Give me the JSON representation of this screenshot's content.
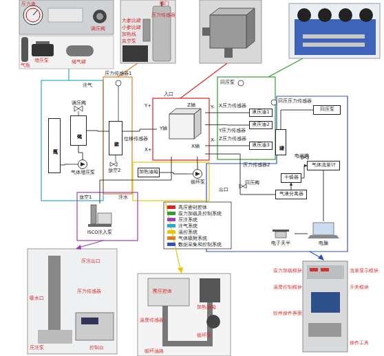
{
  "diagram": {
    "nodes": [
      {
        "text": [
          "高压气瓶"
        ]
      },
      {
        "text": [
          "储气罐"
        ]
      },
      {
        "text": [
          "气体增压泵"
        ]
      },
      {
        "text": [
          "参比罐"
        ]
      },
      {
        "text": [
          "Z轴",
          "Y轴",
          "X轴"
        ]
      },
      {
        "text": [
          "液压油1"
        ]
      },
      {
        "text": [
          "液压油2"
        ]
      },
      {
        "text": [
          "液压油3"
        ]
      },
      {
        "text": [
          "加热油箱"
        ]
      },
      {
        "text": [
          "循环泵"
        ]
      },
      {
        "text": [
          "ISCO注入泵"
        ]
      },
      {
        "text": [
          "回压泵"
        ]
      },
      {
        "text": [
          "缓冲罐"
        ]
      },
      {
        "text": [
          "气体流量计"
        ]
      },
      {
        "text": [
          "干燥器"
        ]
      },
      {
        "text": [
          "气液分离器"
        ]
      },
      {
        "text": [
          "电子天平"
        ]
      },
      {
        "text": [
          "电脑"
        ]
      }
    ],
    "edges": [
      {
        "from": 0,
        "to": 2,
        "arrow": "none"
      },
      {
        "from": 2,
        "to": 1,
        "arrow": "none"
      },
      {
        "from": 1,
        "to": 3,
        "arrow": "none"
      },
      {
        "from": 3,
        "to": 4,
        "arrow": "none"
      },
      {
        "from": 10,
        "to": 4,
        "arrow": "none"
      },
      {
        "from": 8,
        "to": 9,
        "arrow": "none"
      },
      {
        "from": 9,
        "to": 4,
        "arrow": "none"
      },
      {
        "from": 5,
        "to": 4,
        "arrow": "none"
      },
      {
        "from": 6,
        "to": 4,
        "arrow": "none"
      },
      {
        "from": 7,
        "to": 4,
        "arrow": "none"
      },
      {
        "from": 4,
        "to": 15,
        "arrow": "none"
      },
      {
        "from": 15,
        "to": 14,
        "arrow": "to"
      },
      {
        "from": 14,
        "to": 13,
        "arrow": "to"
      },
      {
        "from": 13,
        "to": 17,
        "arrow": "none"
      },
      {
        "from": 16,
        "to": 17,
        "arrow": "none"
      },
      {
        "from": 11,
        "to": 12,
        "arrow": "none"
      }
    ],
    "labels": [
      "压力表",
      "调压阀",
      "气瓶",
      "增压泵",
      "储气罐",
      "阀门",
      "压力传感器",
      "大参比罐",
      "小参比罐",
      "加热线",
      "真空泵",
      "注气",
      "调压阀",
      "压力传感器1",
      "放空2",
      "入口",
      "位移传感器",
      "X+",
      "X-",
      "Y+",
      "Y-",
      "回压泵",
      "X压力传感器",
      "Y压力传感器",
      "Z压力传感器",
      "回压压力传感器",
      "电磁阀",
      "压力传感器2",
      "回压阀",
      "出口",
      "放空1",
      "注水",
      "压注出口",
      "吸水口",
      "压力传感器",
      "压注泵",
      "控制台",
      "围压腔体",
      "加热油箱",
      "循环泵",
      "温度传感器",
      "循环油路",
      "应力加载模块",
      "流量显示模块",
      "温度控制模块",
      "开关模块",
      "软件操作界面",
      "操作工具"
    ],
    "legend": [
      {
        "text": "高压密封腔体",
        "color": "#e02020"
      },
      {
        "text": "应力加载及控制系统",
        "color": "#2ca02c"
      },
      {
        "text": "压注系统",
        "color": "#9b3fb5"
      },
      {
        "text": "注气系统",
        "color": "#29a9d0"
      },
      {
        "text": "温控系统",
        "color": "#e6c700"
      },
      {
        "text": "气体吸附系统",
        "color": "#e07b20"
      },
      {
        "text": "数据采集和控制系统",
        "color": "#3050c0"
      }
    ]
  }
}
